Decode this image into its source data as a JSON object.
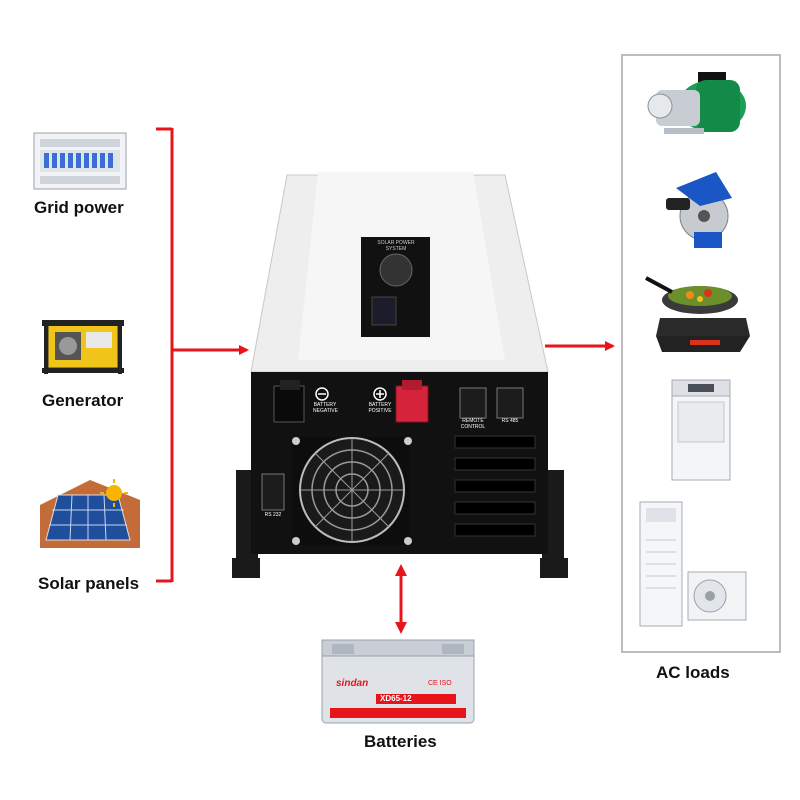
{
  "sources": [
    {
      "label": "Grid power",
      "icon": "breaker-panel-icon"
    },
    {
      "label": "Generator",
      "icon": "generator-icon"
    },
    {
      "label": "Solar panels",
      "icon": "solar-panel-icon"
    }
  ],
  "inverter": {
    "terminals": {
      "negative": "BATTERY NEGATIVE",
      "positive": "BATTERY POSITIVE"
    },
    "ports": {
      "remote": "REMOTE CONTROL",
      "rs485": "RS 485",
      "rs232": "RS 232"
    },
    "panel_title": "SOLAR POWER SYSTEM"
  },
  "battery": {
    "label": "Batteries",
    "brand": "sindan",
    "model": "XD65-12",
    "mark": "CE ISO"
  },
  "loads": {
    "label": "AC loads",
    "items": [
      {
        "icon": "water-pump-icon"
      },
      {
        "icon": "circular-saw-icon"
      },
      {
        "icon": "induction-cooker-icon"
      },
      {
        "icon": "washing-machine-icon"
      },
      {
        "icon": "air-conditioner-icon"
      }
    ]
  },
  "colors": {
    "arrow": "#e8141b",
    "inverter_body": "#eeeeee",
    "inverter_front": "#111111",
    "loads_border": "#bdbdbd"
  }
}
